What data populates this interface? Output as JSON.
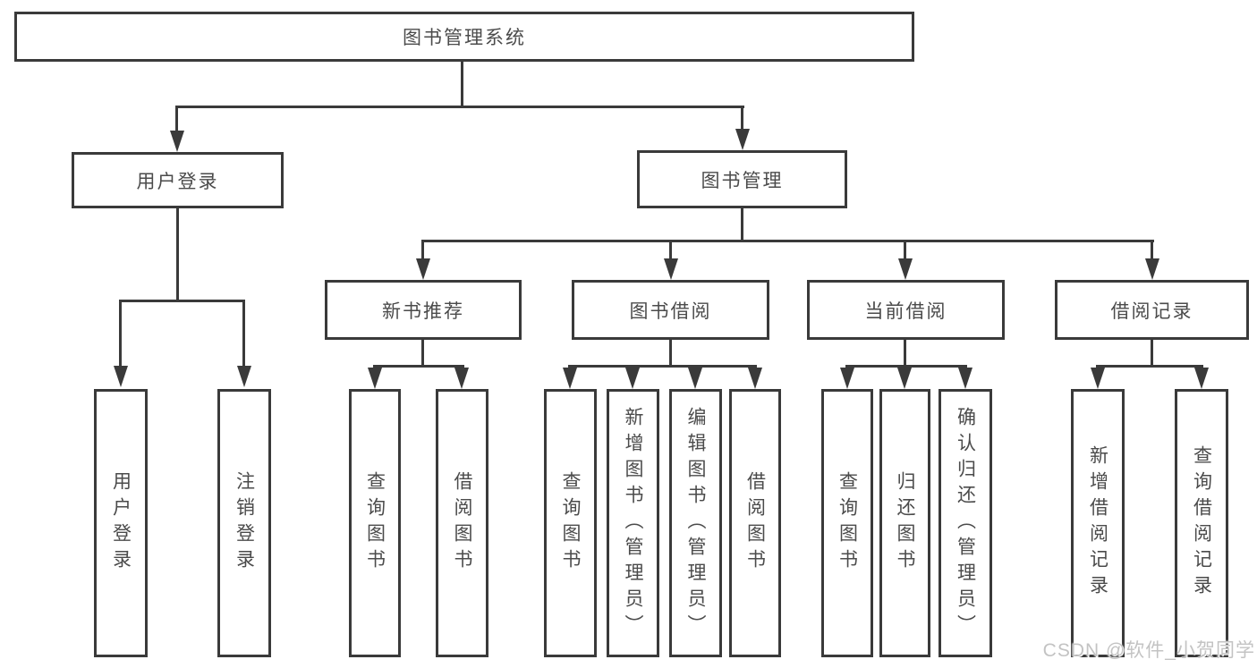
{
  "diagram": {
    "root": "图书管理系统",
    "level1": [
      "用户登录",
      "图书管理"
    ],
    "level2": [
      "新书推荐",
      "图书借阅",
      "当前借阅",
      "借阅记录"
    ],
    "leaves_login": [
      "用户登录",
      "注销登录"
    ],
    "leaves_recommend": [
      "查询图书",
      "借阅图书"
    ],
    "leaves_borrow": [
      "查询图书",
      "新增图书（管理员）",
      "编辑图书（管理员）",
      "借阅图书"
    ],
    "leaves_current": [
      "查询图书",
      "归还图书",
      "确认归还（管理员）"
    ],
    "leaves_records": [
      "新增借阅记录",
      "查询借阅记录"
    ]
  },
  "watermark": "CSDN @软件_小贺同学",
  "colors": {
    "line": "#3a3a3a",
    "text": "#4b4b4b",
    "background": "#ffffff",
    "watermark": "#c3c3c3"
  }
}
